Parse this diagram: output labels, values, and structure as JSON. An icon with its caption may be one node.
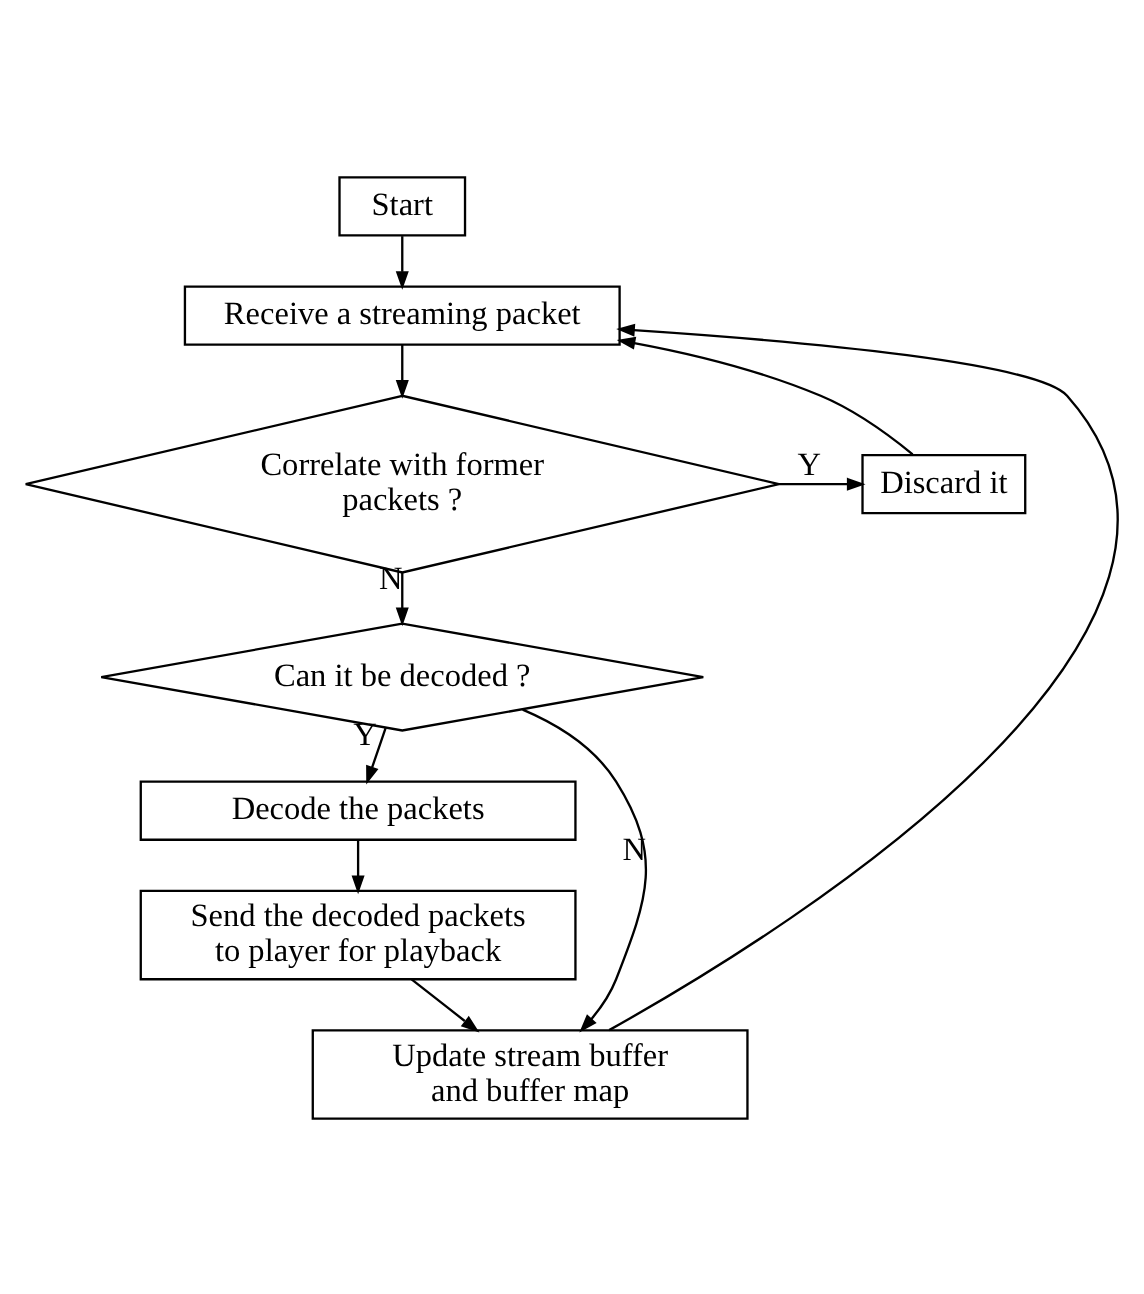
{
  "diagram": {
    "nodes": [
      {
        "text": [
          "Start"
        ]
      },
      {
        "text": [
          "Receive a streaming packet"
        ]
      },
      {
        "text": [
          "Correlate with former packets ?"
        ]
      },
      {
        "text": [
          "Discard it"
        ]
      },
      {
        "text": [
          "Can it be decoded ?"
        ]
      },
      {
        "text": [
          "Decode the packets"
        ]
      },
      {
        "text": [
          "Send the decoded packets to player for playback"
        ]
      },
      {
        "text": [
          "Update stream buffer and buffer map"
        ]
      }
    ],
    "edges": [
      {
        "from": 0,
        "to": 1,
        "arrow": "to"
      },
      {
        "from": 1,
        "to": 2,
        "arrow": "to"
      },
      {
        "from": 2,
        "to": 3,
        "arrow": "to",
        "label": "Y"
      },
      {
        "from": 3,
        "to": 1,
        "arrow": "to"
      },
      {
        "from": 2,
        "to": 4,
        "arrow": "to",
        "label": "N"
      },
      {
        "from": 4,
        "to": 5,
        "arrow": "to",
        "label": "Y"
      },
      {
        "from": 5,
        "to": 6,
        "arrow": "to"
      },
      {
        "from": 6,
        "to": 7,
        "arrow": "to"
      },
      {
        "from": 4,
        "to": 7,
        "arrow": "to",
        "label": "N"
      },
      {
        "from": 7,
        "to": 1,
        "arrow": "to"
      }
    ]
  }
}
